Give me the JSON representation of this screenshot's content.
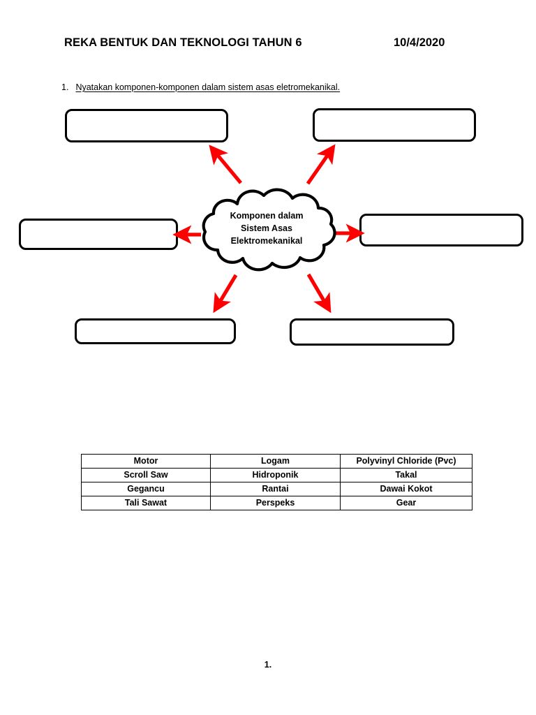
{
  "header": {
    "title": "REKA BENTUK DAN TEKNOLOGI TAHUN 6",
    "date": "10/4/2020"
  },
  "question": {
    "number": "1.",
    "text": "Nyatakan komponen-komponen dalam sistem asas eletromekanikal."
  },
  "diagram": {
    "center_label_line1": "Komponen dalam",
    "center_label_line2": "Sistem Asas",
    "center_label_line3": "Elektromekanikal",
    "arrow_color": "#FF0000",
    "box_border_color": "#000000",
    "answer_boxes": [
      {
        "position": "top-left",
        "value": ""
      },
      {
        "position": "top-right",
        "value": ""
      },
      {
        "position": "middle-left",
        "value": ""
      },
      {
        "position": "middle-right",
        "value": ""
      },
      {
        "position": "bottom-left",
        "value": ""
      },
      {
        "position": "bottom-right",
        "value": ""
      }
    ],
    "arrows": [
      {
        "direction": "up-left",
        "target": "top-left"
      },
      {
        "direction": "up-right",
        "target": "top-right"
      },
      {
        "direction": "left",
        "target": "middle-left"
      },
      {
        "direction": "right",
        "target": "middle-right"
      },
      {
        "direction": "down-left",
        "target": "bottom-left"
      },
      {
        "direction": "down-right",
        "target": "bottom-right"
      }
    ]
  },
  "wordbank": {
    "rows": [
      [
        "Motor",
        "Logam",
        "Polyvinyl Chloride (Pvc)"
      ],
      [
        "Scroll Saw",
        "Hidroponik",
        "Takal"
      ],
      [
        "Gegancu",
        "Rantai",
        "Dawai Kokot"
      ],
      [
        "Tali Sawat",
        "Perspeks",
        "Gear"
      ]
    ]
  },
  "footer": {
    "page_number": "1."
  }
}
